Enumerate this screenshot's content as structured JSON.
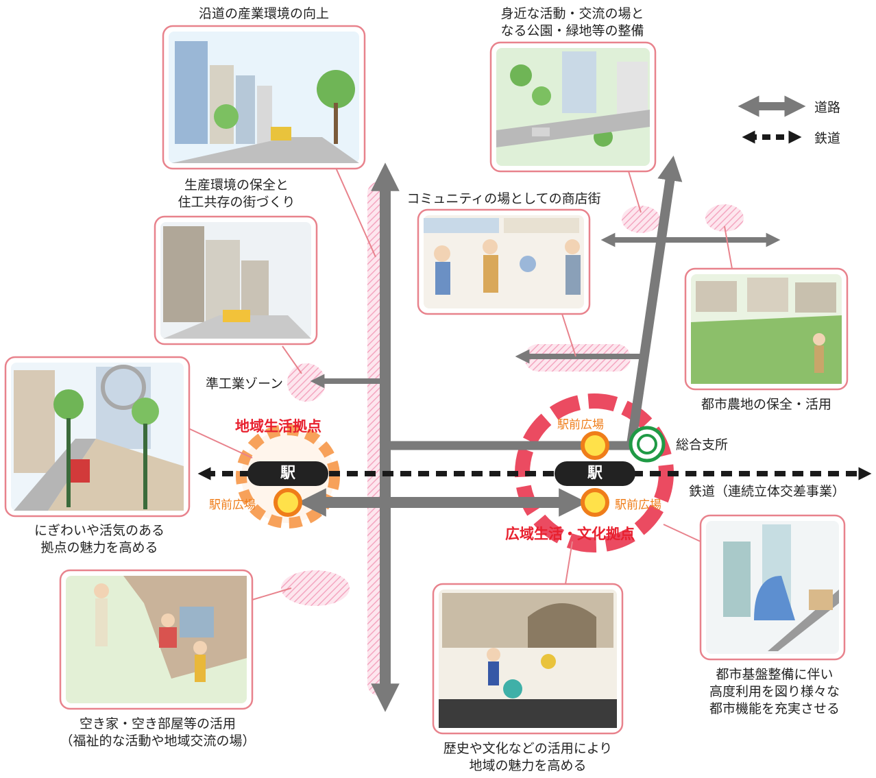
{
  "legend": {
    "road_label": "道路",
    "rail_label": "鉄道"
  },
  "captions": {
    "roadside": [
      "沿道の産業環境の向上"
    ],
    "park": [
      "身近な活動・交流の場と",
      "なる公園・緑地等の整備"
    ],
    "production": [
      "生産環境の保全と",
      "住工共存の街づくり"
    ],
    "shopping": [
      "コミュニティの場としての商店街"
    ],
    "farmland": [
      "都市農地の保全・活用"
    ],
    "nigiwai": [
      "にぎわいや活気のある",
      "拠点の魅力を高める"
    ],
    "akiya": [
      "空き家・空き部屋等の活用",
      "（福祉的な活動や地域交流の場）"
    ],
    "history": [
      "歴史や文化などの活用により",
      "地域の魅力を高める"
    ],
    "infra": [
      "都市基盤整備に伴い",
      "高度利用を図り様々な",
      "都市機能を充実させる"
    ]
  },
  "map": {
    "semi_industrial_zone": "準工業ゾーン",
    "local_hub": "地域生活拠点",
    "wide_hub": "広域生活・文化拠点",
    "station": "駅",
    "station_plaza": "駅前広場",
    "branch_office": "総合支所",
    "railway_project": "鉄道（連続立体交差事業）"
  },
  "colors": {
    "road": "#7a7a7a",
    "rail": "#1a1a1a",
    "accent_red": "#e8202e",
    "plaza_orange": "#ef7d1a",
    "callout_border": "#e8828c",
    "hatch_pink": "#f4a6c0",
    "branch_green": "#1f9a45"
  }
}
